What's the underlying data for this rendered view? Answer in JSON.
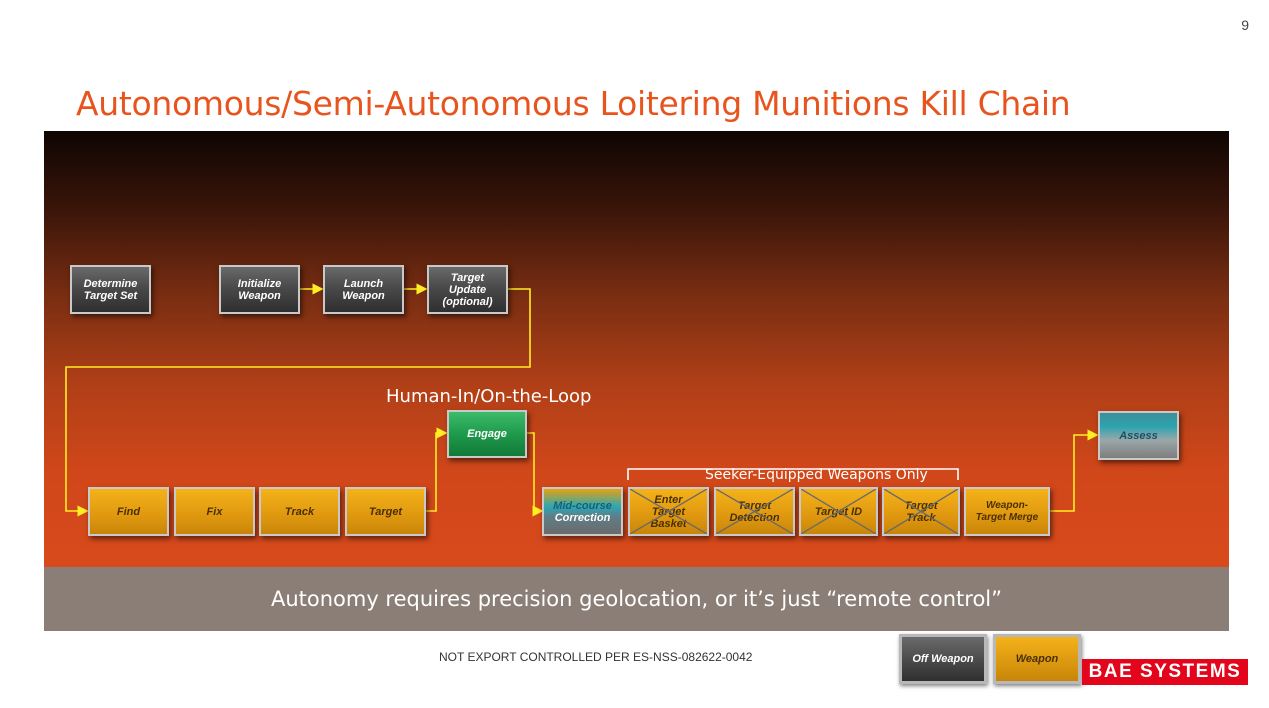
{
  "page_number": "9",
  "title": "Autonomous/Semi-Autonomous Loitering Munitions Kill Chain",
  "top_row": {
    "determine": [
      "Determine",
      "Target Set"
    ],
    "initialize": [
      "Initialize",
      "Weapon"
    ],
    "launch": [
      "Launch",
      "Weapon"
    ],
    "target_update": [
      "Target",
      "Update",
      "(optional)"
    ]
  },
  "human_loop_label": "Human-In/On-the-Loop",
  "engage": "Engage",
  "chain": {
    "find": "Find",
    "fix": "Fix",
    "track": "Track",
    "target": "Target"
  },
  "seeker_label": "Seeker-Equipped Weapons Only",
  "midcourse": [
    "Mid-course",
    "Correction"
  ],
  "seeker_steps": {
    "enter_basket": [
      "Enter",
      "Target",
      "Basket"
    ],
    "detection": [
      "Target",
      "Detection"
    ],
    "target_id": [
      "Target ID"
    ],
    "target_track": [
      "Target",
      "Track"
    ]
  },
  "merge": [
    "Weapon-",
    "Target Merge"
  ],
  "assess": "Assess",
  "banner": "Autonomy requires precision geolocation, or it’s just “remote control”",
  "footer": "NOT EXPORT CONTROLLED PER ES-NSS-082622-0042",
  "legend": {
    "off_weapon": "Off Weapon",
    "weapon": "Weapon"
  },
  "logo": "BAE SYSTEMS",
  "colors": {
    "title": "#e8541e",
    "connector": "#ffee22",
    "off_weapon_box": "#4a4a4a",
    "weapon_box": "#e19a10",
    "human_box": "#1f9a4c",
    "logo_red": "#e3051b"
  }
}
